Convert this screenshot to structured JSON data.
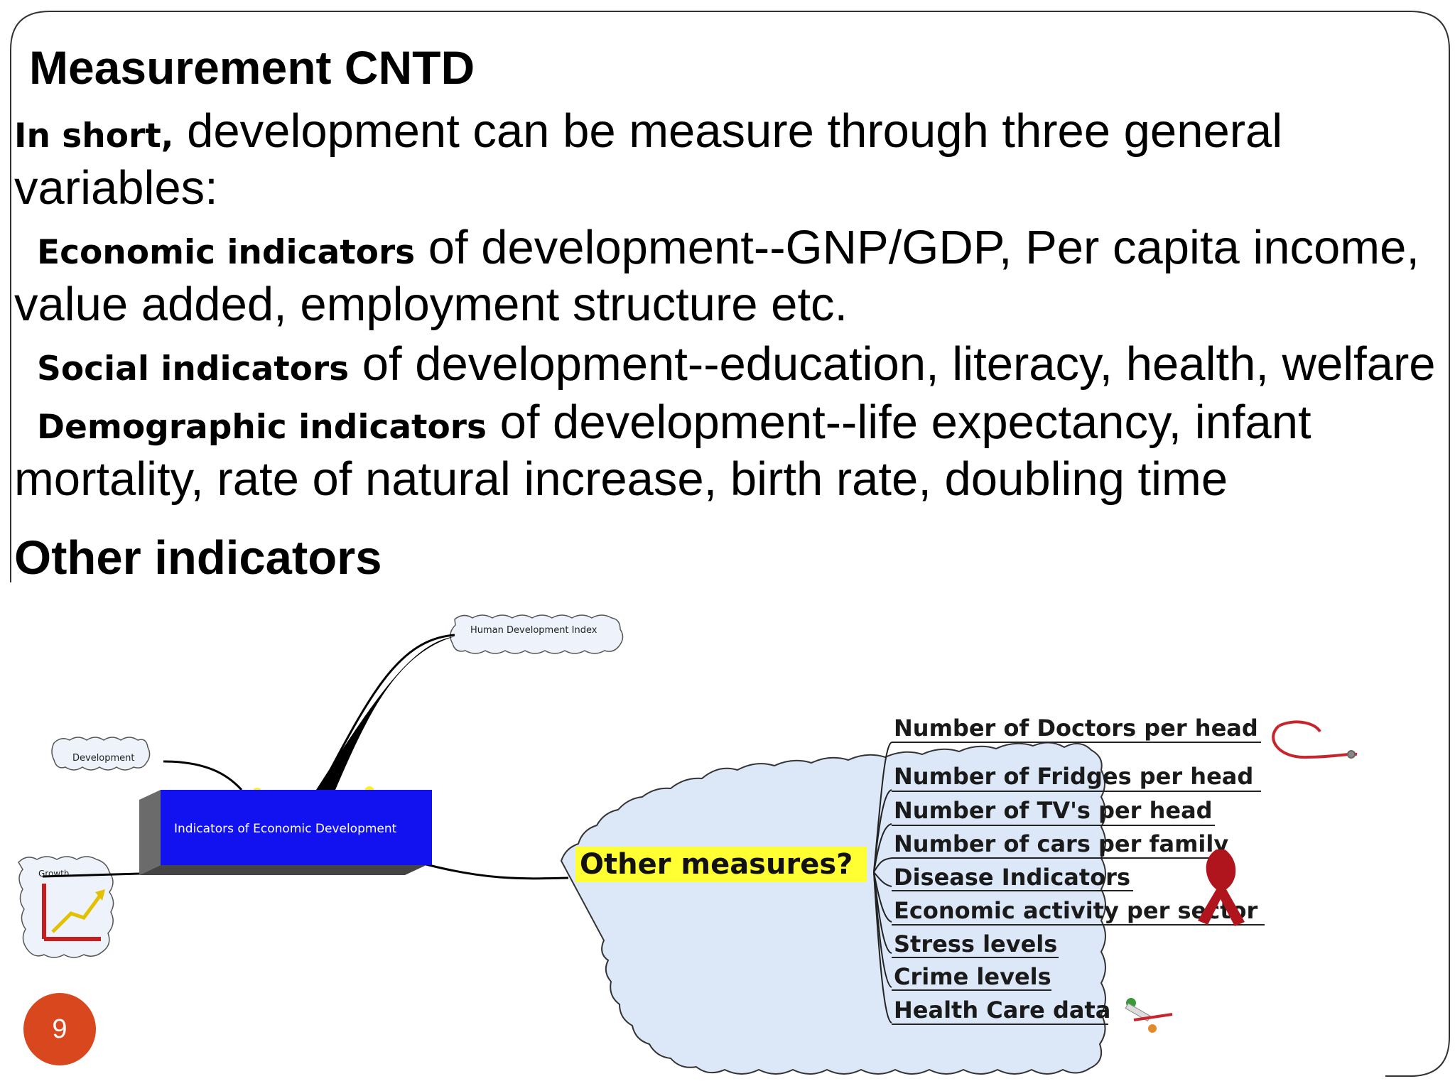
{
  "slide": {
    "title": "Measurement CNTD",
    "intro": {
      "lead": "In short,",
      "text_line1": " development can be measure through three general",
      "text_line2": "variables:"
    },
    "economic": {
      "lead": "Economic indicators",
      "text_line1": " of development--GNP/GDP, Per capita income,",
      "text_line2": "value added, employment structure etc."
    },
    "social": {
      "lead": "Social indicators",
      "text_line1": " of development--education, literacy, health, welfare"
    },
    "demographic": {
      "lead": "Demographic indicators",
      "text_line1": " of development--life expectancy, infant",
      "text_line2": "mortality, rate of natural increase, birth rate, doubling time"
    },
    "subheading": "Other indicators",
    "page_number": "9"
  },
  "mindmap": {
    "center_box": "Indicators of Economic Development",
    "hdi_node": "Human Development Index",
    "development_node": "Development",
    "growth_node": "Growth",
    "other_measures": "Other measures?",
    "measures": [
      "Number of Doctors per head",
      "Number of Fridges per head",
      "Number of TV's per head",
      "Number of cars per family",
      "Disease Indicators",
      "Economic activity per sector",
      "Stress levels",
      "Crime levels",
      "Health Care data"
    ]
  },
  "colors": {
    "center_box": "#1212f0",
    "cloud_fill": "#dce8f8",
    "highlight": "#ffff33",
    "badge": "#d9471e",
    "ribbon": "#b0141c"
  }
}
